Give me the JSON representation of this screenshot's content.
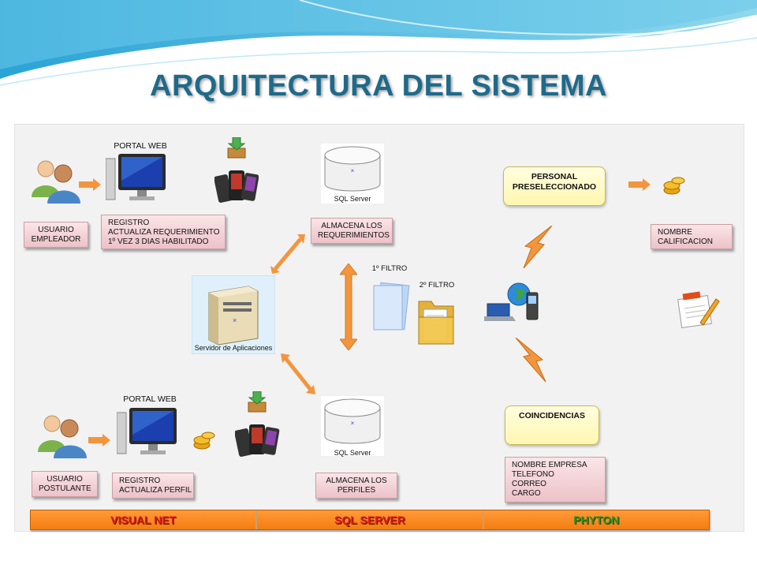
{
  "title": "ARQUITECTURA DEL SISTEMA",
  "top": {
    "portal_label": "PORTAL WEB",
    "user_box": [
      "USUARIO",
      "EMPLEADOR"
    ],
    "register_box": [
      "REGISTRO",
      "ACTUALIZA REQUERIMIENTO",
      "1º VEZ 3 DIAS HABILITADO"
    ]
  },
  "bottom": {
    "portal_label": "PORTAL WEB",
    "user_box": [
      "USUARIO",
      "POSTULANTE"
    ],
    "register_box": [
      "REGISTRO",
      "ACTUALIZA PERFIL"
    ]
  },
  "db_top": {
    "label": "SQL Server",
    "box": [
      "ALMACENA LOS",
      "REQUERIMIENTOS"
    ]
  },
  "db_bottom": {
    "label": "SQL Server",
    "box": [
      "ALMACENA LOS",
      "PERFILES"
    ]
  },
  "server_label": "Servidor de Aplicaciones",
  "filter1": "1º FILTRO",
  "filter2": "2º FILTRO",
  "personal_box": [
    "PERSONAL",
    "PRESELECCIONADO"
  ],
  "nombre_box": [
    "NOMBRE",
    "CALIFICACION"
  ],
  "coincidencias": "COINCIDENCIAS",
  "empresa_box": [
    "NOMBRE EMPRESA",
    "TELEFONO",
    "CORREO",
    "CARGO"
  ],
  "footer": [
    "VISUAL NET",
    "SQL SERVER",
    "PHYTON"
  ],
  "colors": {
    "title": "#1f6a8a",
    "footer": "#f47d10",
    "box": "#ecc2c8",
    "yellow_box": "#fff7b0"
  }
}
